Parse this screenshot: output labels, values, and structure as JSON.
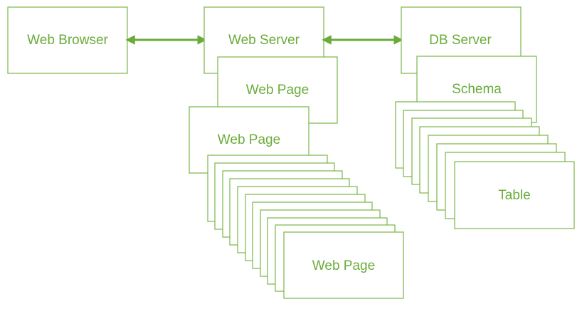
{
  "diagram": {
    "nodes": {
      "web_browser": "Web Browser",
      "web_server": "Web Server",
      "web_page_1": "Web Page",
      "web_page_2": "Web Page",
      "web_page_3": "Web Page",
      "db_server": "DB Server",
      "schema": "Schema",
      "table": "Table"
    },
    "colors": {
      "stroke": "#7ab648",
      "text": "#6aab3a",
      "background": "#ffffff"
    }
  }
}
